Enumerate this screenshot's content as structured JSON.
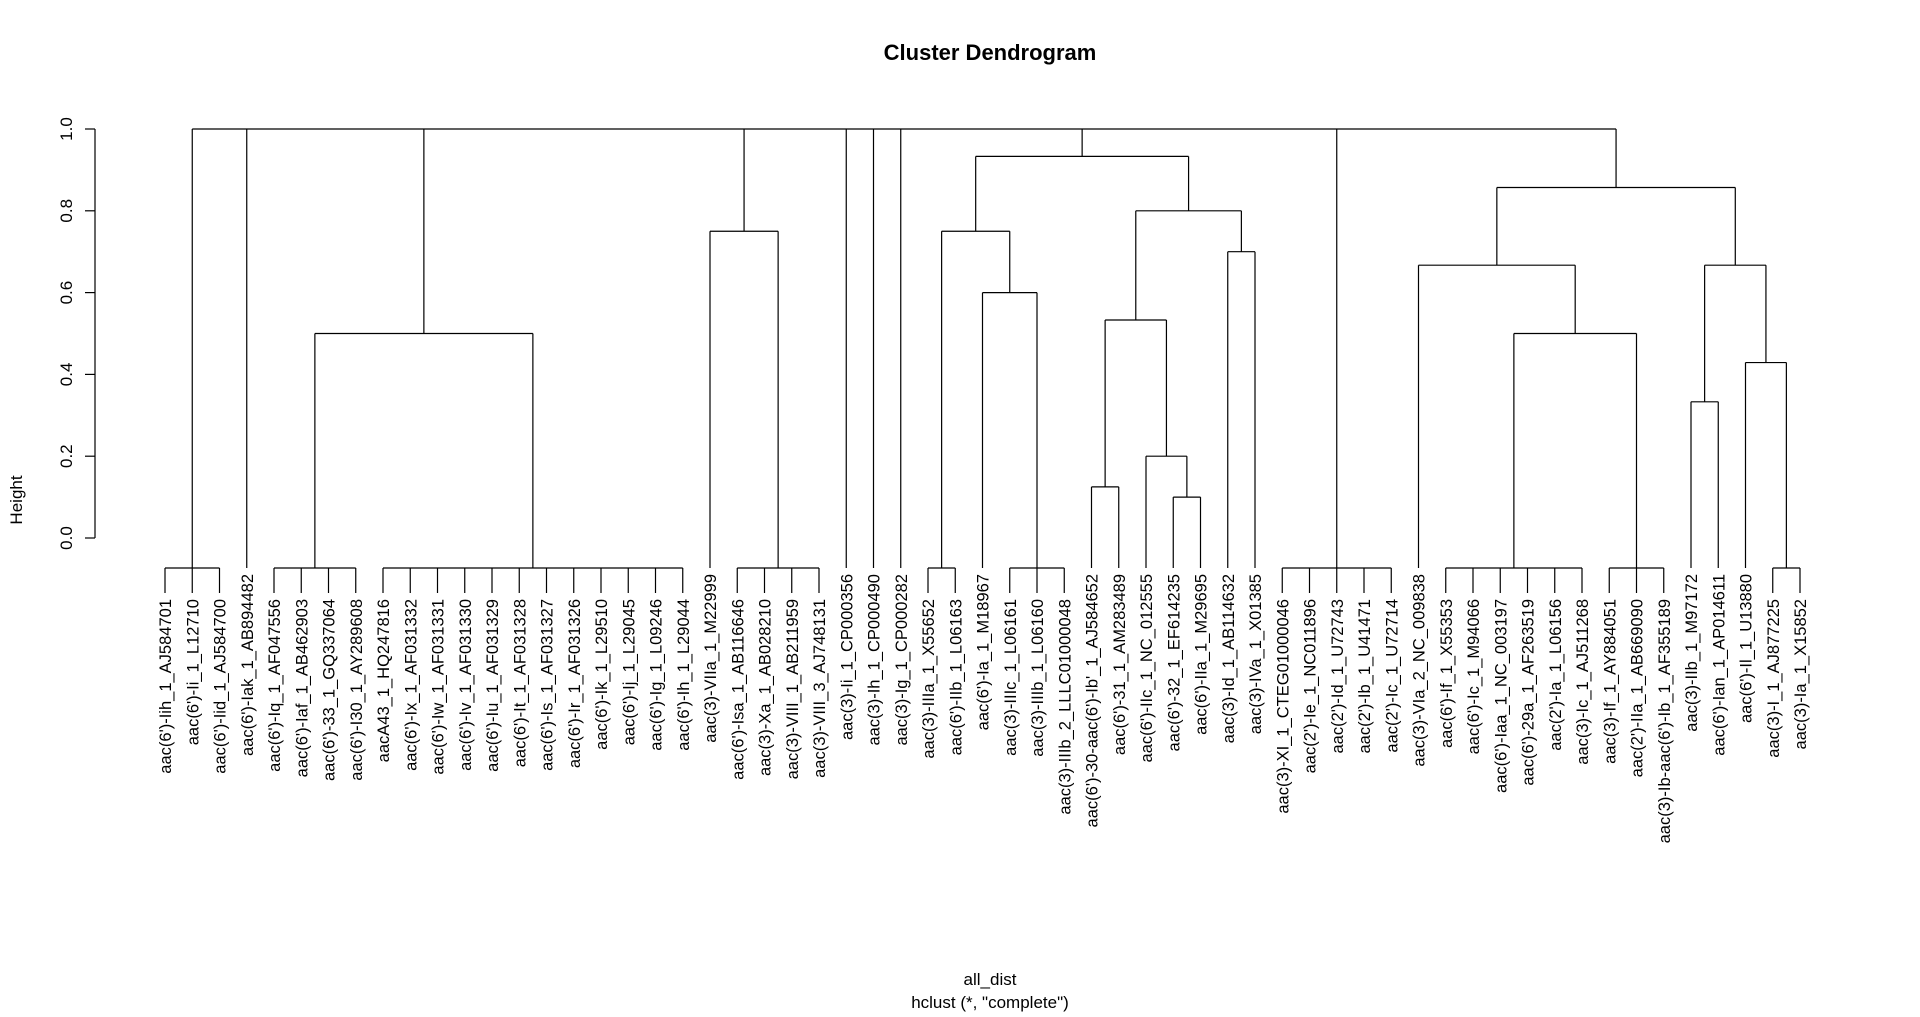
{
  "chart_data": {
    "type": "dendrogram",
    "title": "Cluster Dendrogram",
    "xlabel": "all_dist",
    "sub": "hclust (*, \"complete\")",
    "ylabel": "Height",
    "ylim": [
      0,
      1
    ],
    "yticks": [
      "0.0",
      "0.2",
      "0.4",
      "0.6",
      "0.8",
      "1.0"
    ],
    "leaves": [
      "aac(6')-Iih_1_AJ584701",
      "aac(6')-Ii_1_L12710",
      "aac(6')-Iid_1_AJ584700",
      "aac(6')-Iak_1_AB894482",
      "aac(6')-Iq_1_AF047556",
      "aac(6')-Iaf_1_AB462903",
      "aac(6')-33_1_GQ337064",
      "aac(6')-I30_1_AY289608",
      "aacA43_1_HQ247816",
      "aac(6')-Ix_1_AF031332",
      "aac(6')-Iw_1_AF031331",
      "aac(6')-Iv_1_AF031330",
      "aac(6')-Iu_1_AF031329",
      "aac(6')-It_1_AF031328",
      "aac(6')-Is_1_AF031327",
      "aac(6')-Ir_1_AF031326",
      "aac(6')-Ik_1_L29510",
      "aac(6')-Ij_1_L29045",
      "aac(6')-Ig_1_L09246",
      "aac(6')-Ih_1_L29044",
      "aac(3)-VIIa_1_M22999",
      "aac(6')-Isa_1_AB116646",
      "aac(3)-Xa_1_AB028210",
      "aac(3)-VIII_1_AB211959",
      "aac(3)-VIII_3_AJ748131",
      "aac(3)-Ii_1_CP000356",
      "aac(3)-Ih_1_CP000490",
      "aac(3)-Ig_1_CP000282",
      "aac(3)-IIIa_1_X55652",
      "aac(6')-IIb_1_L06163",
      "aac(6')-Ia_1_M18967",
      "aac(3)-IIIc_1_L06161",
      "aac(3)-IIIb_1_L06160",
      "aac(3)-IIIb_2_LLLC01000048",
      "aac(6')-30-aac(6')-Ib'_1_AJ584652",
      "aac(6')-31_1_AM283489",
      "aac(6')-IIc_1_NC_012555",
      "aac(6')-32_1_EF614235",
      "aac(6')-IIa_1_M29695",
      "aac(3)-Id_1_AB114632",
      "aac(3)-IVa_1_X01385",
      "aac(3)-XI_1_CTEG01000046",
      "aac(2')-Ie_1_NC011896",
      "aac(2')-Id_1_U72743",
      "aac(2')-Ib_1_U41471",
      "aac(2')-Ic_1_U72714",
      "aac(3)-VIa_2_NC_009838",
      "aac(6')-If_1_X55353",
      "aac(6')-Ic_1_M94066",
      "aac(6')-Iaa_1_NC_003197",
      "aac(6')-29a_1_AF263519",
      "aac(2')-Ia_1_L06156",
      "aac(3)-Ic_1_AJ511268",
      "aac(3)-If_1_AY884051",
      "aac(2')-IIa_1_AB669090",
      "aac(3)-Ib-aac(6')-Ib_1_AF355189",
      "aac(3)-IIb_1_M97172",
      "aac(6')-Ian_1_AP014611",
      "aac(6')-Il_1_U13880",
      "aac(3)-I_1_AJ877225",
      "aac(3)-Ia_1_X15852"
    ],
    "merges": [
      {
        "h": 0.0,
        "children": [
          "aac(6')-Iih_1_AJ584701",
          "aac(6')-Ii_1_L12710",
          "aac(6')-Iid_1_AJ584700"
        ]
      },
      {
        "h": 0.0,
        "children": [
          "aac(6')-Iq_1_AF047556",
          "aac(6')-Iaf_1_AB462903",
          "aac(6')-33_1_GQ337064",
          "aac(6')-I30_1_AY289608"
        ]
      },
      {
        "h": 0.0,
        "children": [
          "aacA43_1_HQ247816",
          "aac(6')-Ix_1_AF031332",
          "aac(6')-Iw_1_AF031331",
          "aac(6')-Iv_1_AF031330",
          "aac(6')-Iu_1_AF031329",
          "aac(6')-It_1_AF031328",
          "aac(6')-Is_1_AF031327",
          "aac(6')-Ir_1_AF031326",
          "aac(6')-Ik_1_L29510",
          "aac(6')-Ij_1_L29045",
          "aac(6')-Ig_1_L09246",
          "aac(6')-Ih_1_L29044"
        ]
      },
      {
        "h": 0.5,
        "children": [
          1,
          2
        ]
      },
      {
        "h": 0.0,
        "children": [
          "aac(6')-Isa_1_AB116646",
          "aac(3)-Xa_1_AB028210",
          "aac(3)-VIII_1_AB211959",
          "aac(3)-VIII_3_AJ748131"
        ]
      },
      {
        "h": 0.75,
        "children": [
          "aac(3)-VIIa_1_M22999",
          4
        ]
      },
      {
        "h": 0.0,
        "children": [
          "aac(3)-IIIa_1_X55652",
          "aac(6')-IIb_1_L06163"
        ]
      },
      {
        "h": 0.0,
        "children": [
          "aac(3)-IIIc_1_L06161",
          "aac(3)-IIIb_1_L06160",
          "aac(3)-IIIb_2_LLLC01000048"
        ]
      },
      {
        "h": 0.6,
        "children": [
          "aac(6')-Ia_1_M18967",
          7
        ]
      },
      {
        "h": 0.75,
        "children": [
          6,
          8
        ]
      },
      {
        "h": 0.125,
        "children": [
          "aac(6')-30-aac(6')-Ib'_1_AJ584652",
          "aac(6')-31_1_AM283489"
        ]
      },
      {
        "h": 0.1,
        "children": [
          "aac(6')-32_1_EF614235",
          "aac(6')-IIa_1_M29695"
        ]
      },
      {
        "h": 0.2,
        "children": [
          "aac(6')-IIc_1_NC_012555",
          11
        ]
      },
      {
        "h": 0.533,
        "children": [
          10,
          12
        ]
      },
      {
        "h": 0.7,
        "children": [
          "aac(3)-Id_1_AB114632",
          "aac(3)-IVa_1_X01385"
        ]
      },
      {
        "h": 0.8,
        "children": [
          13,
          14
        ]
      },
      {
        "h": 0.933,
        "children": [
          9,
          15
        ]
      },
      {
        "h": 0.0,
        "children": [
          "aac(3)-XI_1_CTEG01000046",
          "aac(2')-Ie_1_NC011896",
          "aac(2')-Id_1_U72743",
          "aac(2')-Ib_1_U41471",
          "aac(2')-Ic_1_U72714"
        ]
      },
      {
        "h": 0.0,
        "children": [
          "aac(6')-If_1_X55353",
          "aac(6')-Ic_1_M94066",
          "aac(6')-Iaa_1_NC_003197",
          "aac(6')-29a_1_AF263519",
          "aac(2')-Ia_1_L06156",
          "aac(3)-Ic_1_AJ511268"
        ]
      },
      {
        "h": 0.0,
        "children": [
          "aac(3)-If_1_AY884051",
          "aac(2')-IIa_1_AB669090",
          "aac(3)-Ib-aac(6')-Ib_1_AF355189"
        ]
      },
      {
        "h": 0.5,
        "children": [
          18,
          19
        ]
      },
      {
        "h": 0.667,
        "children": [
          "aac(3)-VIa_2_NC_009838",
          20
        ]
      },
      {
        "h": 0.333,
        "children": [
          "aac(3)-IIb_1_M97172",
          "aac(6')-Ian_1_AP014611"
        ]
      },
      {
        "h": 0.0,
        "children": [
          "aac(3)-I_1_AJ877225",
          "aac(3)-Ia_1_X15852"
        ]
      },
      {
        "h": 0.429,
        "children": [
          "aac(6')-Il_1_U13880",
          23
        ]
      },
      {
        "h": 0.667,
        "children": [
          22,
          24
        ]
      },
      {
        "h": 0.857,
        "children": [
          21,
          25
        ]
      },
      {
        "h": 1.0,
        "children": [
          0,
          "aac(6')-Iak_1_AB894482",
          3,
          5,
          "aac(3)-Ii_1_CP000356",
          "aac(3)-Ih_1_CP000490",
          "aac(3)-Ig_1_CP000282",
          16,
          17,
          26
        ]
      }
    ]
  }
}
